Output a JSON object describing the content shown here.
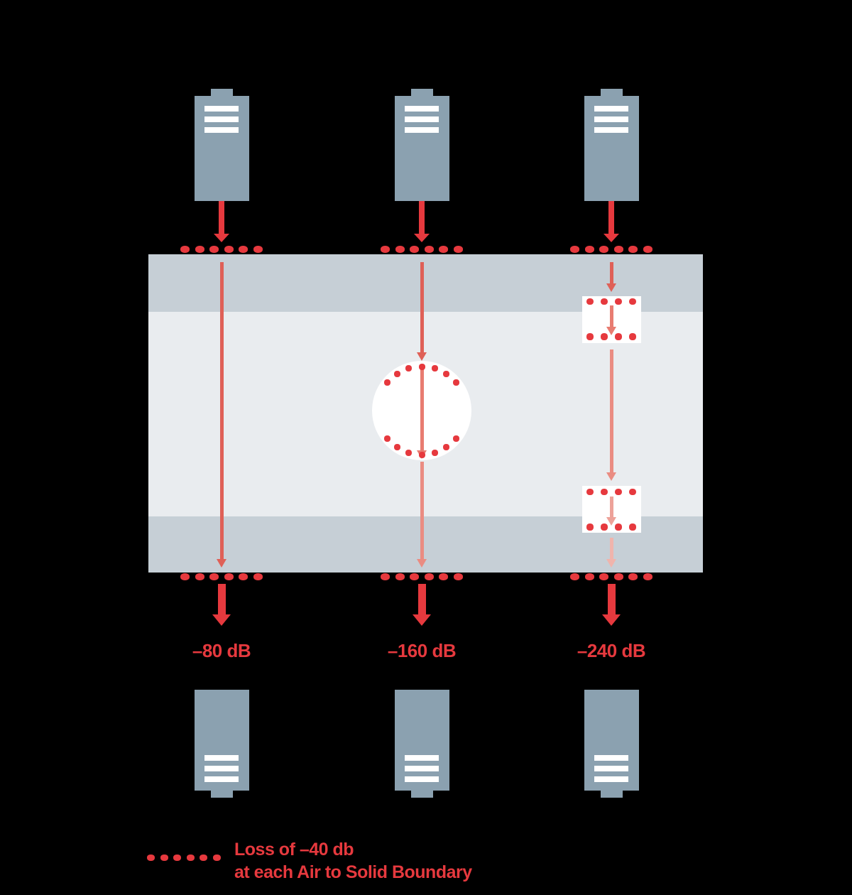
{
  "figure": {
    "description": "Ultrasonic through-transmission attenuation diagram with three signal paths through a solid slab"
  },
  "paths": [
    {
      "label": "–80 dB"
    },
    {
      "label": "–160 dB"
    },
    {
      "label": "–240 dB"
    }
  ],
  "legend": {
    "line1": "Loss of –40 db",
    "line2": "at each Air to Solid Boundary"
  },
  "structure": {
    "transducer_count": 6,
    "boundary_row_dot_count": 6,
    "void_dots_per_arc": 7,
    "air_gap_dots_per_row": 4,
    "legend_dot_count": 6
  },
  "colors": {
    "background": "#000000",
    "transducer": "#8ba1b0",
    "slab_outer": "#c6cfd6",
    "slab_core": "#e9ecef",
    "void_fill": "#ffffff",
    "red_bright": "#e6393e",
    "attenuation_levels": [
      "#df6057",
      "#e87c71",
      "#ea8c82",
      "#eda299",
      "#f0b4ac"
    ]
  }
}
